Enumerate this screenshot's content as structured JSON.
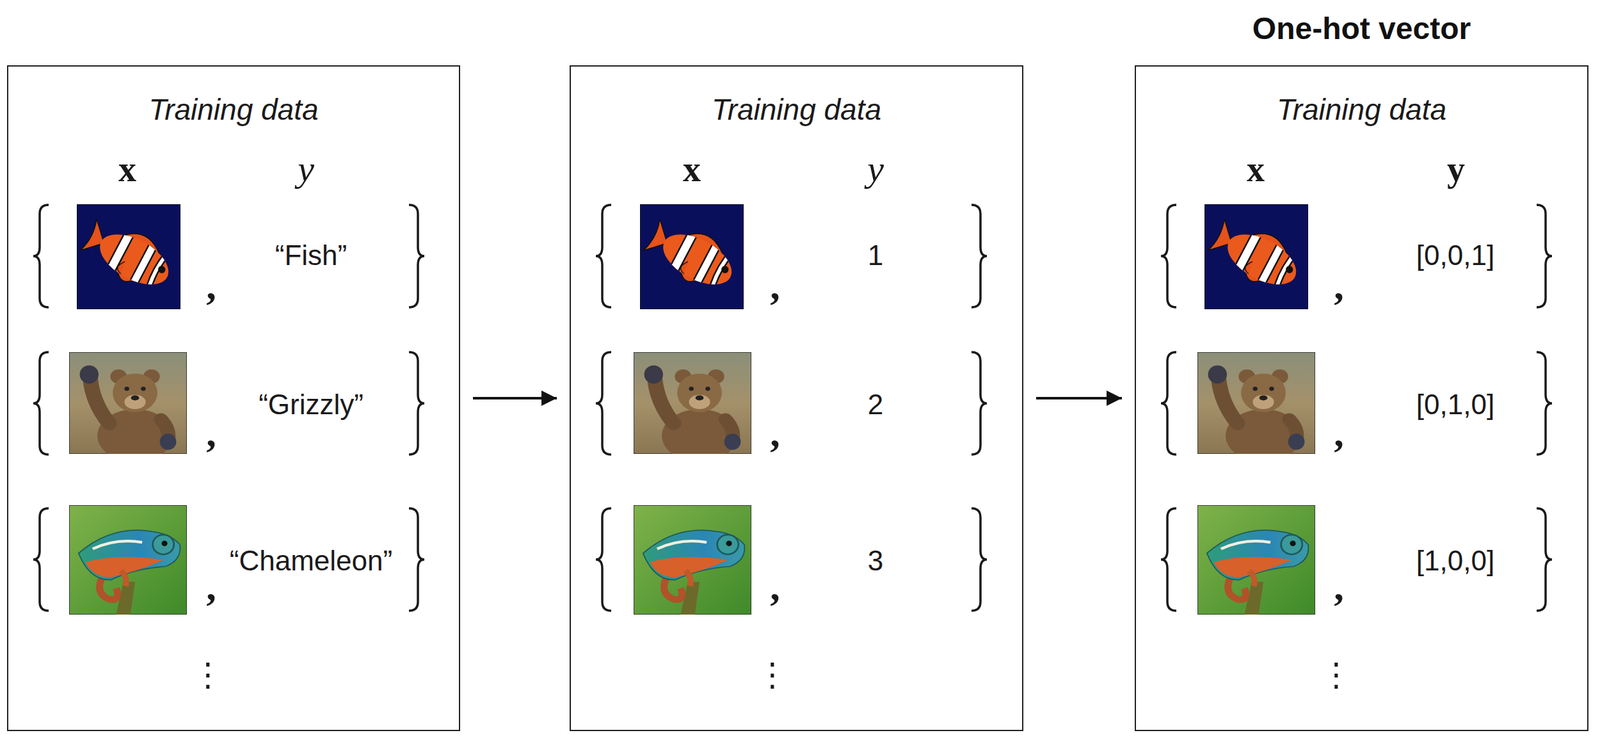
{
  "diagram": {
    "nodes": [
      {
        "text": [
          "Training data"
        ]
      },
      {
        "text": [
          "Training data"
        ]
      },
      {
        "text": [
          "One-hot vector",
          "Training data"
        ]
      }
    ],
    "edges": [
      {
        "from": 0,
        "to": 1,
        "arrow": "to"
      },
      {
        "from": 1,
        "to": 2,
        "arrow": "to"
      }
    ],
    "labels": [
      "x",
      "y",
      ",",
      "“Fish”",
      ",",
      "“Grizzly”",
      ",",
      "“Chameleon”",
      "⋮",
      "x",
      "y",
      ",",
      "1",
      ",",
      "2",
      ",",
      "3",
      "⋮",
      "x",
      "y",
      ",",
      "[0,0,1]",
      ",",
      "[0,1,0]",
      ",",
      "[1,0,0]",
      "⋮"
    ]
  }
}
